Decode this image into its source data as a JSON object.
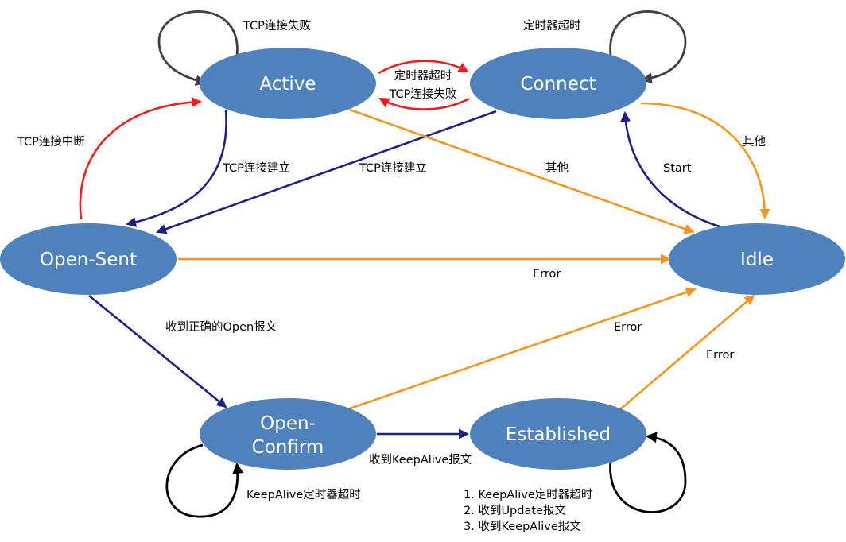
{
  "states": {
    "active": "Active",
    "connect": "Connect",
    "open_sent": "Open-Sent",
    "idle": "Idle",
    "open_confirm_line1": "Open-",
    "open_confirm_line2": "Confirm",
    "established": "Established"
  },
  "transitions": {
    "active_self": "TCP连接失败",
    "connect_self": "定时器超时",
    "active_to_connect": "定时器超时",
    "connect_to_active": "TCP连接失败",
    "open_sent_to_active": "TCP连接中断",
    "active_to_open_sent": "TCP连接建立",
    "connect_to_open_sent": "TCP连接建立",
    "active_to_idle": "其他",
    "idle_to_connect": "Start",
    "connect_to_idle": "其他",
    "open_sent_to_idle": "Error",
    "open_sent_to_open_confirm": "收到正确的Open报文",
    "open_confirm_to_idle": "Error",
    "established_to_idle": "Error",
    "open_confirm_to_established": "收到KeepAlive报文",
    "open_confirm_self": "KeepAlive定时器超时",
    "established_self": [
      "1. KeepAlive定时器超时",
      "2. 收到Update报文",
      "3. 收到KeepAlive报文"
    ]
  },
  "colors": {
    "state_fill": "#4f81bd",
    "state_text": "#ffffff",
    "tcp_established": "#1f1f86",
    "error_other": "#f7941d",
    "tcp_failure": "#ee1c1c",
    "self_loop": "#404040",
    "keepalive_loop": "#000000"
  }
}
